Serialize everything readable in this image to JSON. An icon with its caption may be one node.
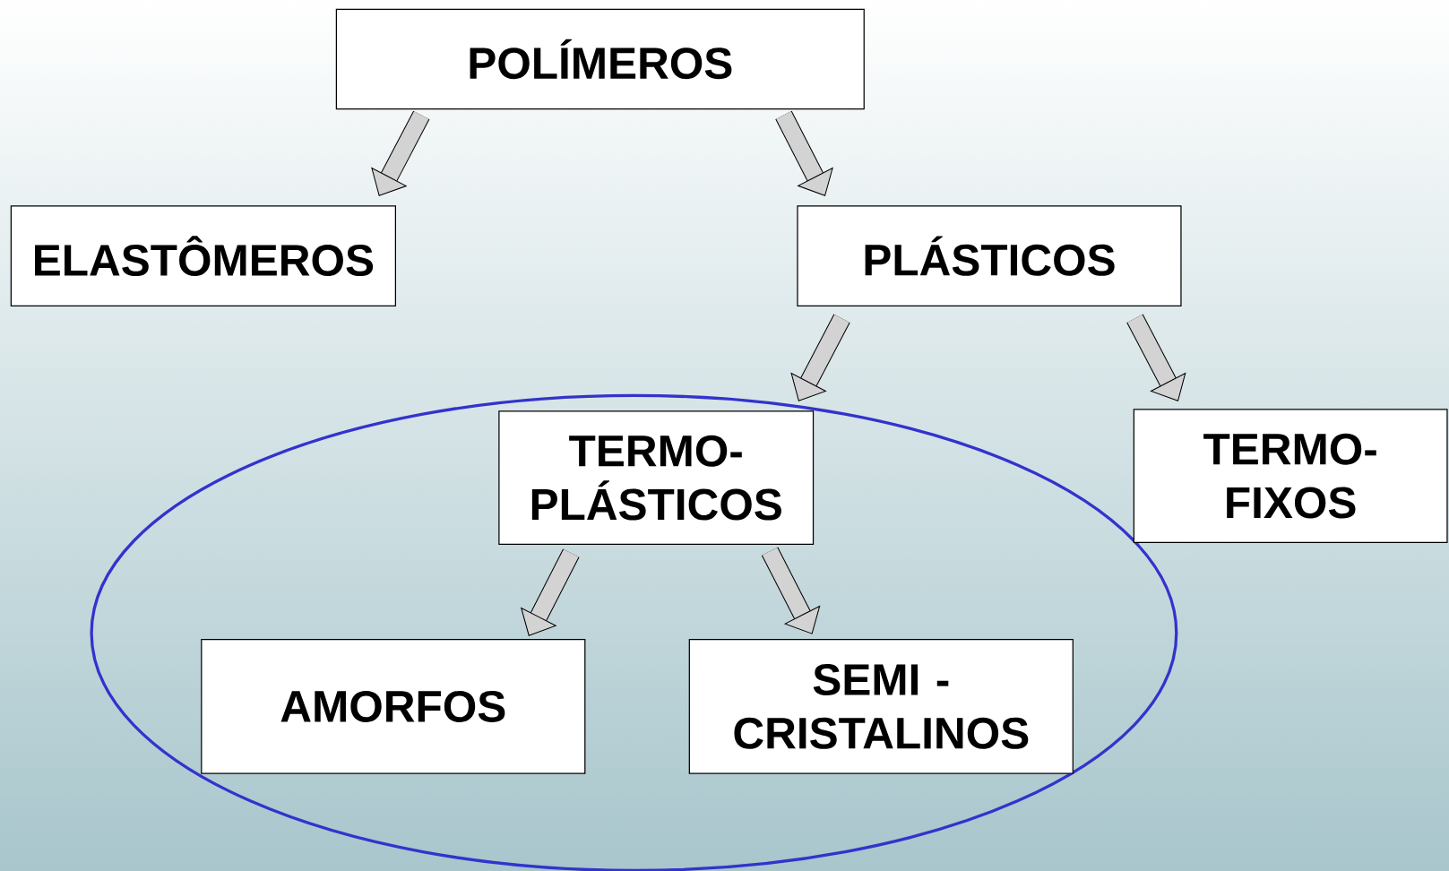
{
  "diagram": {
    "nodes": [
      {
        "text": [
          "POLÍMEROS"
        ]
      },
      {
        "text": [
          "ELASTÔMEROS"
        ]
      },
      {
        "text": [
          "PLÁSTICOS"
        ]
      },
      {
        "text": [],
        "shape": "ellipse"
      },
      {
        "text": [
          "TERMO- PLÁSTICOS"
        ],
        "in": 3
      },
      {
        "text": [
          "TERMO- FIXOS"
        ]
      },
      {
        "text": [
          "AMORFOS"
        ],
        "in": 3
      },
      {
        "text": [
          "SEMI - CRISTALINOS"
        ],
        "in": 3
      }
    ],
    "edges": [
      {
        "from": 0,
        "to": 1,
        "arrow": "to"
      },
      {
        "from": 0,
        "to": 2,
        "arrow": "to"
      },
      {
        "from": 2,
        "to": 4,
        "arrow": "to"
      },
      {
        "from": 2,
        "to": 5,
        "arrow": "to"
      },
      {
        "from": 4,
        "to": 6,
        "arrow": "to"
      },
      {
        "from": 4,
        "to": 7,
        "arrow": "to"
      }
    ]
  }
}
